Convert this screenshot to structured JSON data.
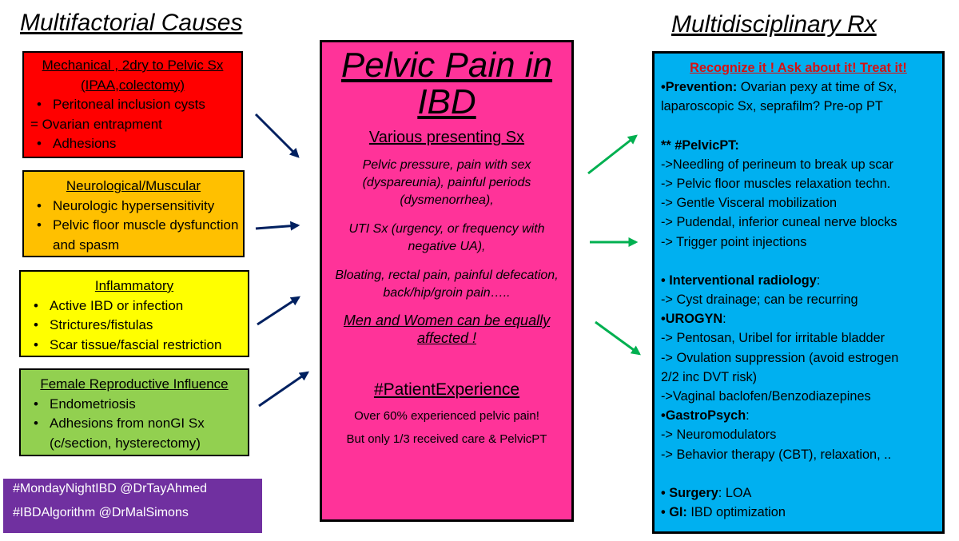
{
  "headings": {
    "left": "Multifactorial Causes",
    "right": "Multidisciplinary Rx"
  },
  "colors": {
    "mechanical": "#ff0000",
    "neurological": "#ffc000",
    "inflammatory": "#ffff00",
    "reproductive": "#92d050",
    "center": "#ff3399",
    "right": "#00b0f0",
    "hashtags": "#7030a0",
    "arrow_left": "#002060",
    "arrow_right": "#00b050"
  },
  "causes": {
    "mechanical": {
      "title": "Mechanical , 2dry to Pelvic Sx",
      "subtitle": "(IPAA,colectomy)",
      "item1": "Peritoneal inclusion cysts",
      "item2": "= Ovarian entrapment",
      "item3": "Adhesions"
    },
    "neurological": {
      "title": "Neurological/Muscular",
      "item1": "Neurologic hypersensitivity",
      "item2": "Pelvic floor muscle dysfunction and spasm"
    },
    "inflammatory": {
      "title": "Inflammatory",
      "item1": "Active IBD or infection",
      "item2": "Strictures/fistulas",
      "item3": "Scar tissue/fascial restriction"
    },
    "reproductive": {
      "title": "Female Reproductive Influence",
      "item1": "Endometriosis",
      "item2": "Adhesions from nonGI Sx (c/section, hysterectomy)"
    }
  },
  "hashtags": {
    "line1": "#MondayNightIBD @DrTayAhmed",
    "line2": "#IBDAlgorithm @DrMalSimons"
  },
  "center": {
    "title": "Pelvic Pain in IBD",
    "subtitle": "Various presenting Sx",
    "p1": "Pelvic pressure, pain with sex (dyspareunia), painful periods (dysmenorrhea),",
    "p2": "UTI Sx (urgency, or frequency with negative UA),",
    "p3": "Bloating, rectal pain, painful defecation, back/hip/groin pain…..",
    "emph": "Men and Women can be equally affected !",
    "hashtag": "#PatientExperience",
    "stat1": "Over 60% experienced pelvic pain!",
    "stat2": "But only 1/3 received care & PelvicPT"
  },
  "rx": {
    "headline": "Recognize it ! Ask about it! Treat it!",
    "prevention_label": "•Prevention:",
    "prevention_text1": "Ovarian pexy at time of Sx,",
    "prevention_text2": "laparoscopic Sx, seprafilm? Pre-op PT",
    "pt_label": "**  #PelvicPT:",
    "pt1": "->Needling of perineum to break up scar",
    "pt2": "-> Pelvic floor muscles relaxation techn.",
    "pt3": "-> Gentle Visceral mobilization",
    "pt4": "-> Pudendal, inferior cuneal nerve blocks",
    "pt5": "-> Trigger point injections",
    "ir_label": "• Interventional radiology",
    "ir_colon": ":",
    "ir1": "-> Cyst drainage; can be recurring",
    "urogyn_label": "•UROGYN",
    "urogyn_colon": ":",
    "u1": "-> Pentosan, Uribel for irritable bladder",
    "u2": "-> Ovulation suppression (avoid estrogen",
    "u3": "2/2 inc DVT risk)",
    "u4": "->Vaginal baclofen/Benzodiazepines",
    "gp_label": "•GastroPsych",
    "gp_colon": ":",
    "g1": "-> Neuromodulators",
    "g2": "-> Behavior therapy (CBT), relaxation, ..",
    "surgery_label": "• Surgery",
    "surgery_text": ": LOA",
    "gi_label": "• GI:",
    "gi_text": " IBD optimization"
  }
}
